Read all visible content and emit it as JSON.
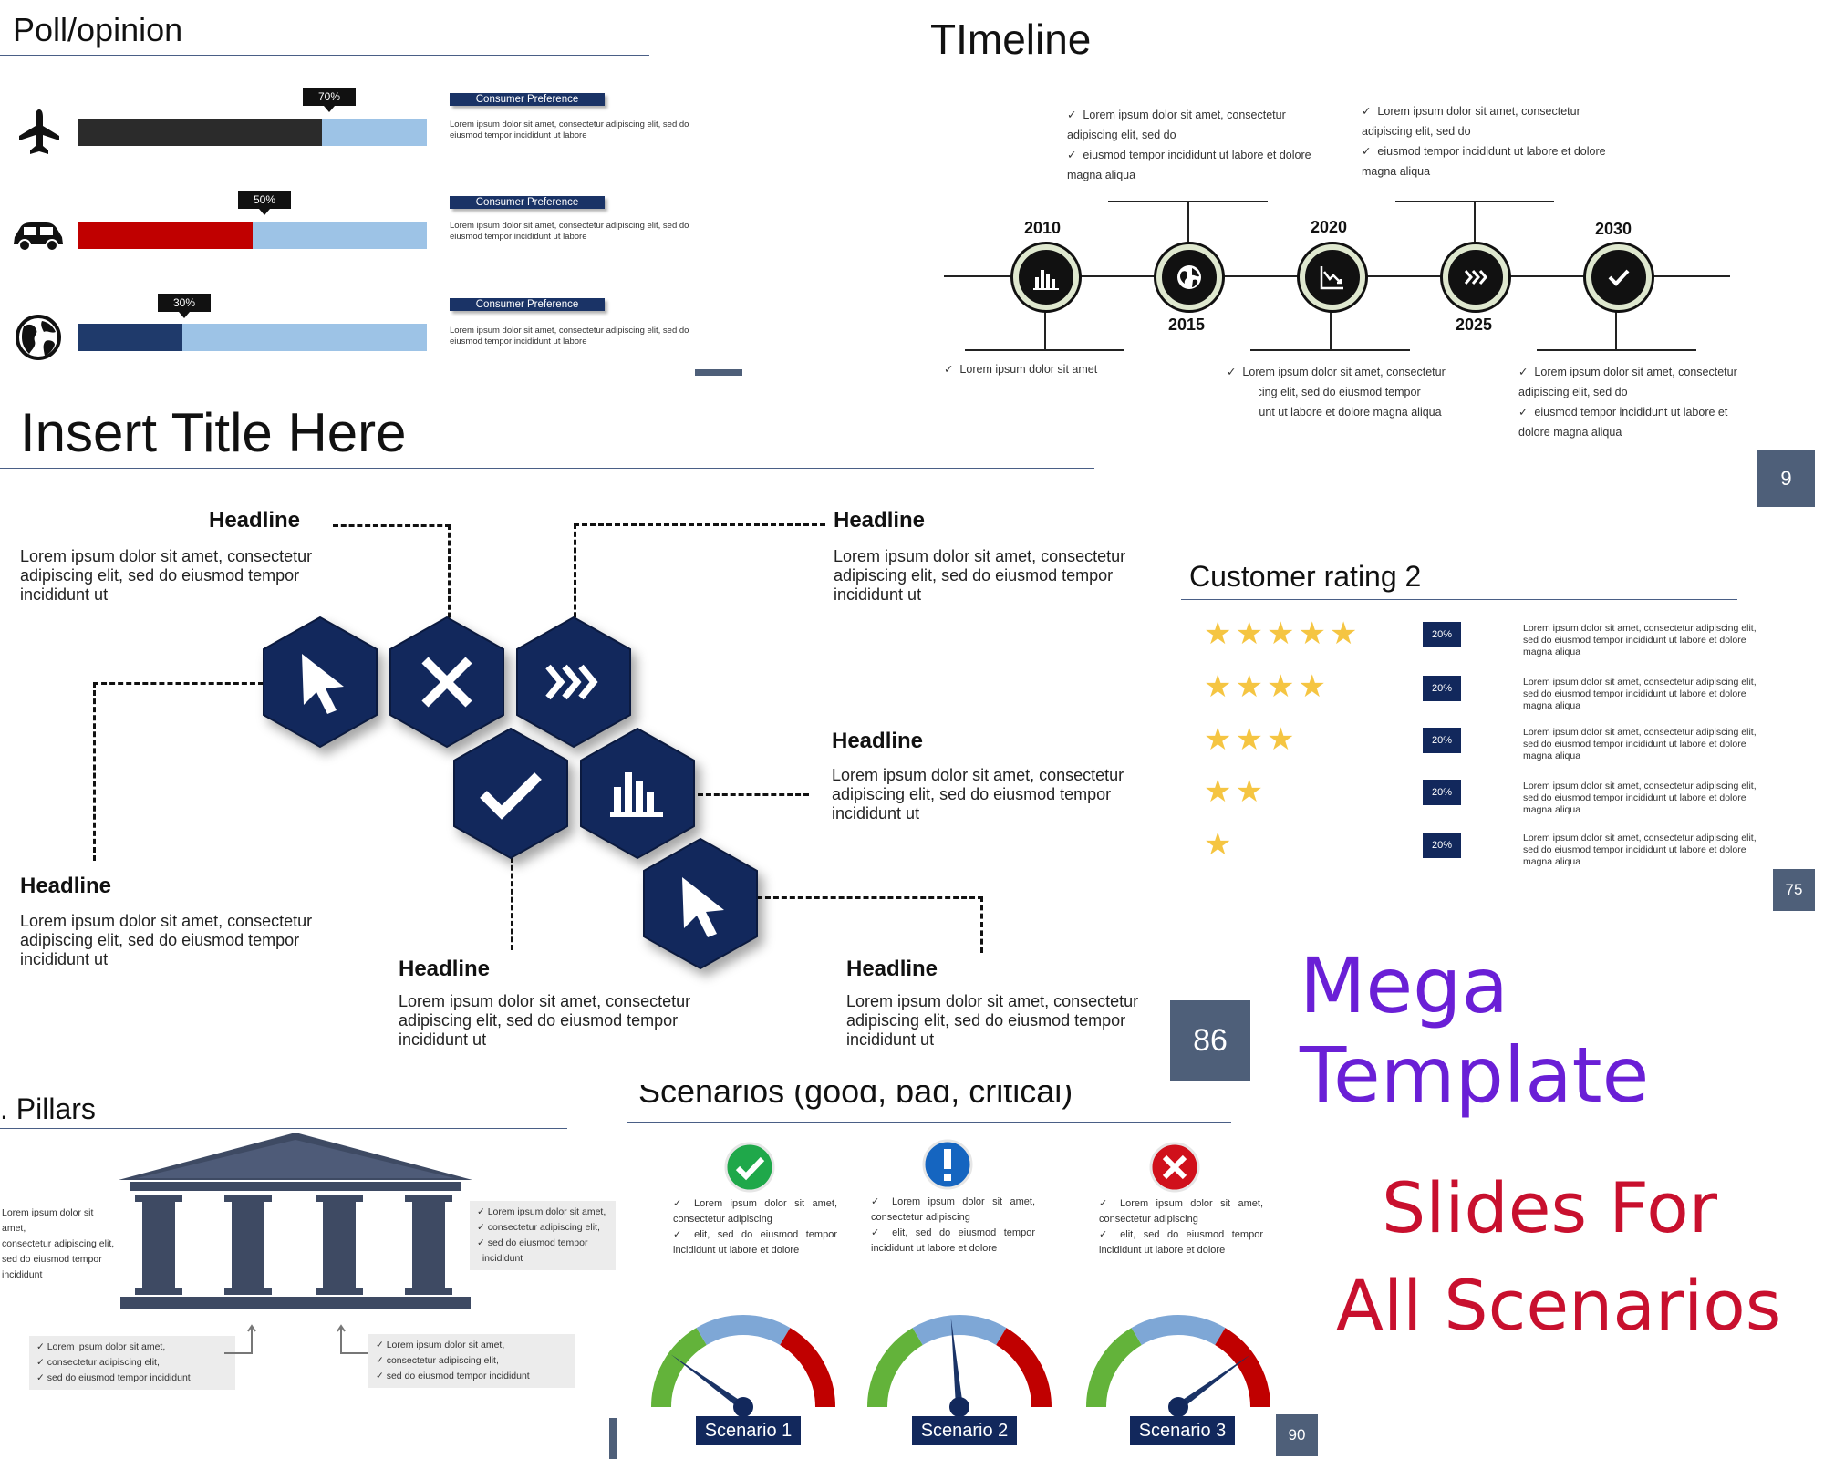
{
  "poll": {
    "title": "Poll/opinion",
    "rows": [
      {
        "icon": "airplane-icon",
        "percent_label": "70%",
        "value": 0.7,
        "fill_color": "#2b2b2b",
        "tag": "Consumer Preference",
        "text": "Lorem ipsum dolor sit amet, consectetur adipiscing elit, sed do eiusmod tempor incididunt ut labore"
      },
      {
        "icon": "car-icon",
        "percent_label": "50%",
        "value": 0.5,
        "fill_color": "#c00000",
        "tag": "Consumer Preference",
        "text": "Lorem ipsum dolor sit amet, consectetur adipiscing elit, sed do eiusmod tempor incididunt ut labore"
      },
      {
        "icon": "globe-icon",
        "percent_label": "30%",
        "value": 0.3,
        "fill_color": "#1f3a6b",
        "tag": "Consumer Preference",
        "text": "Lorem ipsum dolor sit amet, consectetur adipiscing elit, sed do eiusmod tempor incididunt ut labore"
      }
    ],
    "track_color": "#9dc3e6"
  },
  "timeline": {
    "title": "TImeline",
    "years": [
      "2010",
      "2015",
      "2020",
      "2025",
      "2030"
    ],
    "top_left_bullets": [
      "Lorem ipsum dolor sit amet, consectetur adipiscing elit, sed do",
      "eiusmod tempor incididunt ut labore et dolore magna aliqua"
    ],
    "top_right_bullets": [
      "Lorem ipsum dolor sit amet, consectetur adipiscing elit, sed do",
      "eiusmod tempor incididunt ut labore et dolore magna aliqua"
    ],
    "bottom_left_bullet": "Lorem ipsum dolor sit amet",
    "bottom_mid_bullets": [
      "Lorem ipsum dolor sit amet, consectetur adipiscing elit, sed do eiusmod tempor incididunt ut labore et dolore magna aliqua"
    ],
    "bottom_right_bullets": [
      "Lorem ipsum dolor sit amet, consectetur adipiscing elit, sed do",
      "eiusmod tempor incididunt ut labore et dolore magna aliqua"
    ],
    "page_number": "9"
  },
  "hex_slide": {
    "title": "Insert Title Here",
    "headline": "Headline",
    "body": "Lorem ipsum dolor sit amet, consectetur adipiscing elit, sed do eiusmod tempor incididunt ut",
    "page_number": "86",
    "hex_color": "#12285c"
  },
  "rating": {
    "title": "Customer rating 2",
    "rows": [
      {
        "stars": 5,
        "stars_text": "★★★★★",
        "pct": "20%"
      },
      {
        "stars": 4,
        "stars_text": "★★★★",
        "pct": "20%"
      },
      {
        "stars": 3,
        "stars_text": "★★★",
        "pct": "20%"
      },
      {
        "stars": 2,
        "stars_text": "★★",
        "pct": "20%"
      },
      {
        "stars": 1,
        "stars_text": "★",
        "pct": "20%"
      }
    ],
    "row_text": "Lorem ipsum dolor sit amet, consectetur adipiscing elit, sed do eiusmod tempor incididunt ut labore et dolore magna aliqua",
    "page_number": "75"
  },
  "promo": {
    "line1": "Mega Template",
    "line2": "Slides For",
    "line3": "All Scenarios",
    "color1": "#6a1fd6",
    "color2": "#c8102e"
  },
  "pillars": {
    "title": "Pillars",
    "left_box": [
      "Lorem ipsum dolor sit amet,",
      "consectetur adipiscing elit,",
      "sed do eiusmod tempor",
      "incididunt"
    ],
    "right_box": [
      "Lorem ipsum dolor sit amet,",
      "consectetur adipiscing elit,",
      "sed do eiusmod tempor",
      "incididunt"
    ],
    "bottom_left": [
      "Lorem ipsum dolor sit amet,",
      "consectetur adipiscing elit,",
      "sed do eiusmod tempor incididunt"
    ],
    "bottom_right": [
      "Lorem ipsum dolor sit amet,",
      "consectetur adipiscing elit,",
      "sed do eiusmod tempor incididunt"
    ],
    "color": "#3e4a63"
  },
  "scenarios": {
    "title": "Scenarios (good, bad, critical)",
    "items": [
      {
        "label": "Scenario 1",
        "status_icon": "check-icon",
        "color": "#1fa84a",
        "needle_level": 0.2
      },
      {
        "label": "Scenario 2",
        "status_icon": "exclamation-icon",
        "color": "#1565c0",
        "needle_level": 0.47
      },
      {
        "label": "Scenario 3",
        "status_icon": "x-icon",
        "color": "#d0101b",
        "needle_level": 0.8
      }
    ],
    "bullets": [
      "Lorem ipsum dolor sit amet, consectetur adipiscing",
      "elit, sed do eiusmod tempor incididunt ut labore et dolore"
    ],
    "page_number": "90"
  }
}
